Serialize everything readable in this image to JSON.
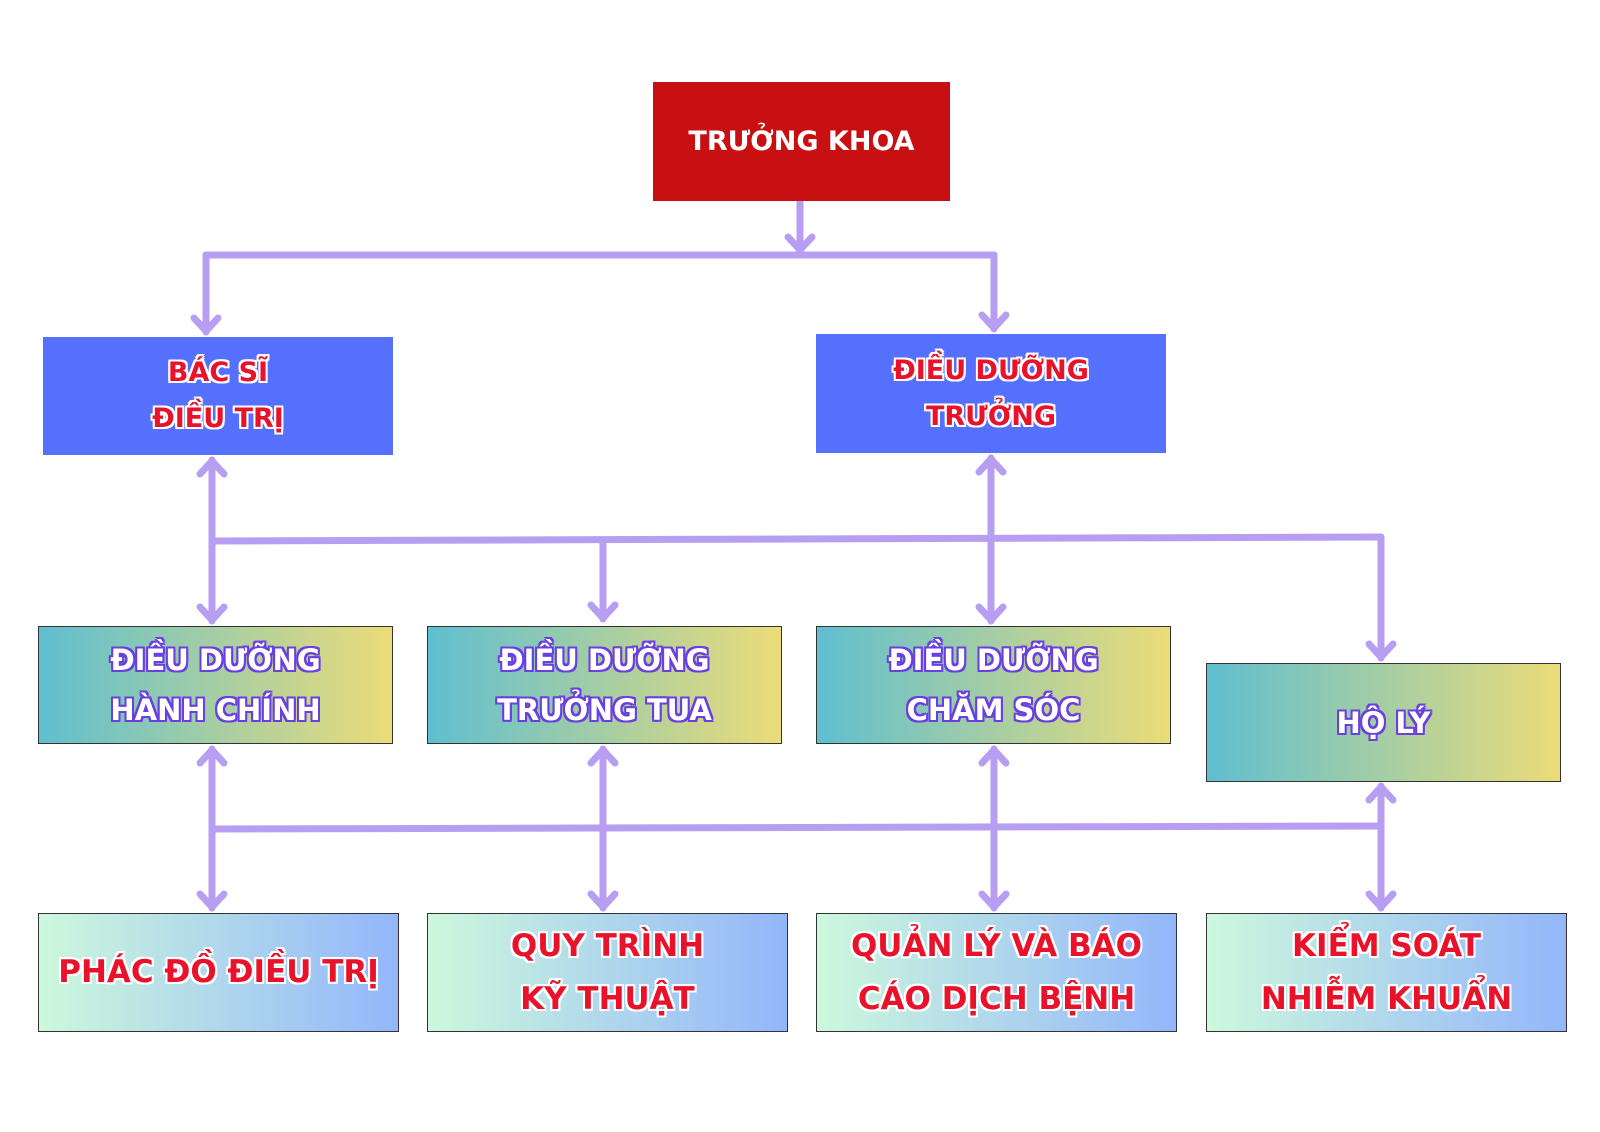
{
  "colors": {
    "head_fill": "#c81012",
    "level1_fill": "#5470fd",
    "level2_gradient": [
      "#5fbfd0",
      "#ecdc78"
    ],
    "level3_gradient": [
      "#cdf8dc",
      "#93b6fb"
    ],
    "connector": "#b79ef3",
    "level1_text": "#e8132a",
    "level2_text": "#ffffff",
    "level2_text_outline": "#6a3fe0",
    "level3_text": "#e8132a"
  },
  "nodes": {
    "head": {
      "label": "TRƯỞNG KHOA"
    },
    "doctor": {
      "label": "BÁC SĨ\nĐIỀU TRỊ"
    },
    "head_nurse": {
      "label": "ĐIỀU DƯỠNG\nTRƯỞNG"
    },
    "admin_nurse": {
      "label": "ĐIỀU DƯỠNG\nHÀNH CHÍNH"
    },
    "tour_nurse": {
      "label": "ĐIỀU DƯỠNG\nTRƯỞNG TUA"
    },
    "care_nurse": {
      "label": "ĐIỀU DƯỠNG\nCHĂM SÓC"
    },
    "orderly": {
      "label": "HỘ LÝ"
    },
    "protocol": {
      "label": "PHÁC ĐỒ ĐIỀU TRỊ"
    },
    "technique": {
      "label": "QUY TRÌNH\nKỸ THUẬT"
    },
    "epidemic": {
      "label": "QUẢN LÝ VÀ BÁO\nCÁO DỊCH BỆNH"
    },
    "infection": {
      "label": "KIỂM SOÁT\nNHIỄM KHUẨN"
    }
  }
}
